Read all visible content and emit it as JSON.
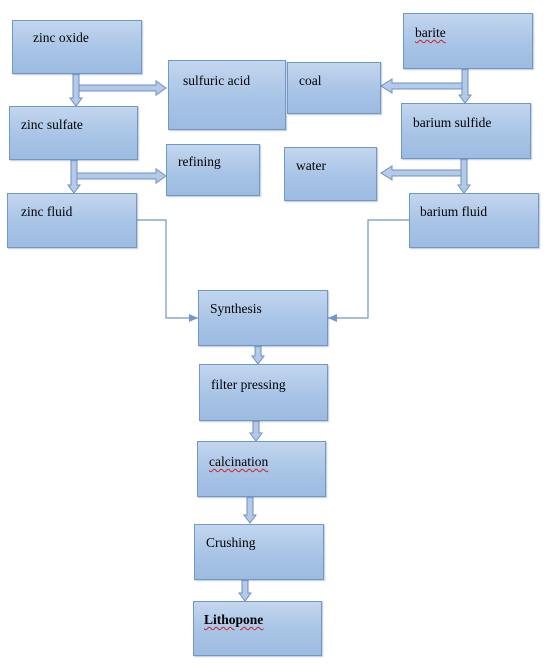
{
  "nodes": {
    "zinc_oxide": "zinc oxide",
    "sulfuric_acid": "sulfuric acid",
    "coal": "coal",
    "barite": "barite",
    "zinc_sulfate": "zinc sulfate",
    "barium_sulfide": "barium sulfide",
    "refining": "refining",
    "water": "water",
    "zinc_fluid": "zinc fluid",
    "barium_fluid": "barium fluid",
    "synthesis": "Synthesis",
    "filter_pressing": "filter pressing",
    "calcination": "calcination",
    "crushing": "Crushing",
    "lithopone": "Lithopone"
  },
  "colors": {
    "box_fill": "#a8c4e6",
    "box_border": "#6f97c8",
    "arrow_fill": "#b3cbe9",
    "arrow_stroke": "#6f8fbf",
    "connector": "#6f97c8",
    "spellcheck": "#d62020"
  }
}
